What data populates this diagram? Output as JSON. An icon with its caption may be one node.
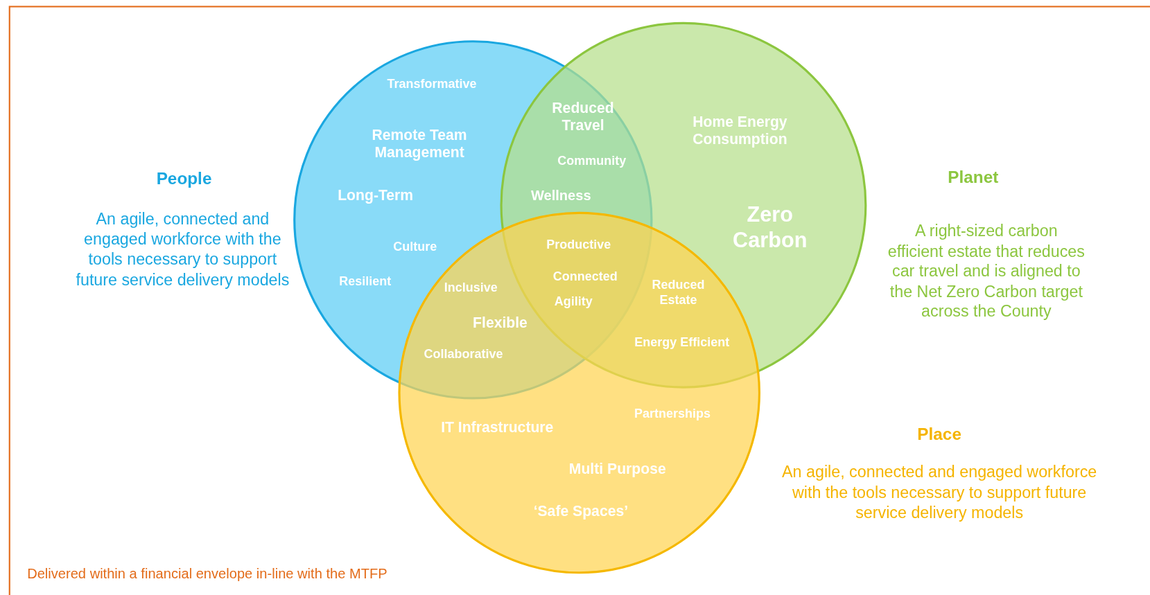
{
  "diagram": {
    "nodes": [
      {
        "text": [
          "Transformative",
          "Remote Team Management",
          "Long-Term",
          "Culture",
          "Resilient"
        ],
        "beside": [
          "People",
          "An agile, connected and engaged workforce with the tools necessary to support future service delivery models"
        ]
      },
      {
        "text": [
          "Home Energy Consumption",
          "Zero Carbon"
        ],
        "beside": [
          "Planet",
          "A right-sized carbon efficient estate that reduces car travel and is aligned to the Net Zero Carbon target across the County"
        ]
      },
      {
        "text": [
          "Partnerships",
          "IT Infrastructure",
          "Multi Purpose",
          "‘Safe Spaces’"
        ],
        "beside": [
          "Place",
          "An agile, connected and engaged workforce with the tools necessary to support future service delivery models"
        ]
      }
    ],
    "edges": [],
    "labels": [
      "Reduced Travel",
      "Community",
      "Wellness",
      "Productive",
      "Connected",
      "Agility",
      "Inclusive",
      "Reduced Estate",
      "Flexible",
      "Energy Efficient",
      "Collaborative",
      "Delivered within a financial envelope in-line with the MTFP"
    ]
  }
}
